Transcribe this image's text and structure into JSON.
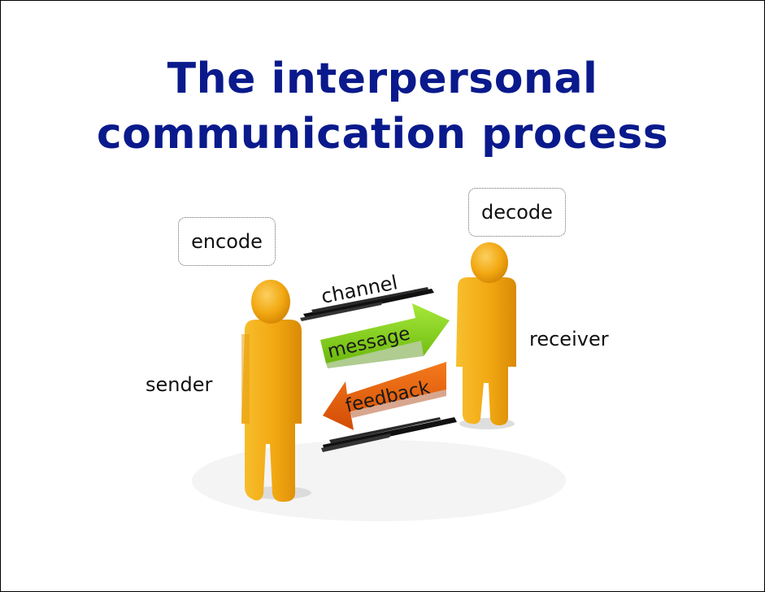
{
  "title": {
    "line1": "The interpersonal",
    "line2": "communication process"
  },
  "diagram": {
    "encode": "encode",
    "decode": "decode",
    "sender": "sender",
    "receiver": "receiver",
    "channel": "channel",
    "message": "message",
    "feedback": "feedback"
  },
  "colors": {
    "title": "#0a1a8c",
    "figure": "#f2a812",
    "message_arrow": "#86d21a",
    "feedback_arrow": "#e85e0c"
  },
  "icons": {
    "sender": "person-figure-icon",
    "receiver": "person-figure-icon"
  }
}
